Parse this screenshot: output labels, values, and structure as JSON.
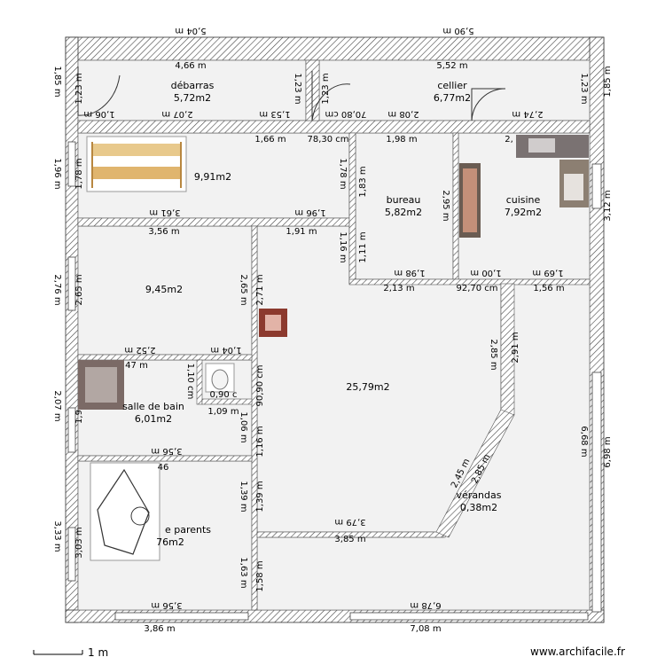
{
  "rooms": {
    "debarras": {
      "name": "débarras",
      "area": "5,72m2"
    },
    "cellier": {
      "name": "cellier",
      "area": "6,77m2"
    },
    "room_9_91": {
      "area": "9,91m2"
    },
    "bureau": {
      "name": "bureau",
      "area": "5,82m2"
    },
    "cuisine": {
      "name": "cuisine",
      "area": "7,92m2"
    },
    "room_9_45": {
      "area": "9,45m2"
    },
    "sejour": {
      "area": "25,79m2"
    },
    "salle_de_bain": {
      "name": "salle de bain",
      "area": "6,01m2"
    },
    "parents": {
      "name": "e parents",
      "area": "76m2"
    },
    "verandas": {
      "name": "vérandas",
      "area": "0,38m2"
    }
  },
  "dims": {
    "top_out_1": "5,04 m",
    "top_out_2": "5,90 m",
    "deb_w": "4,66 m",
    "cel_w": "5,52 m",
    "left_1_85": "1,85 m",
    "right_1_85": "1,85 m",
    "h_1_23a": "1,23 m",
    "h_1_23b": "1,23 m",
    "h_1_23c": "1,23 m",
    "h_1_23d": "1,23 m",
    "b_1_06": "1,06 m",
    "b_2_07": "2,07 m",
    "b_1_53": "1,53 m",
    "b_70_80": "70,80 cm",
    "b_2_08": "2,08 m",
    "b_2_74": "2,74 m",
    "r2_1_66": "1,66 m",
    "r2_78_30": "78,30 cm",
    "r2_1_98": "1,98 m",
    "r2_2": "2,",
    "left_1_96": "1,96 m",
    "r2_1_78": "1,78 m",
    "r2_1_78b": "1,78 m",
    "r2_1_83": "1,83 m",
    "r2_3_61": "3,61 m",
    "r2_1_96": "1,96 m",
    "r2_3_56": "3,56 m",
    "r2_1_91": "1,91 m",
    "bur_2_95": "2,95 m",
    "right_3_12": "3,12 m",
    "cui_1_69": "1,69 m",
    "r2_1_16": "1,16 m",
    "r2_1_11": "1,11 m",
    "bur_1_98": "1,98 m",
    "cui_1_00": "1,00 m",
    "r3_2_13": "2,13 m",
    "r3_92_70": "92,70 cm",
    "r3_1_56": "1,56 m",
    "left_2_76": "2,76 m",
    "r3_2_65": "2,65 m",
    "r3_2_65b": "2,65 m",
    "r3_2_71": "2,71 m",
    "ver_2_85": "2,85 m",
    "ver_2_91": "2,91 m",
    "r3_2_52": "2,52 m",
    "r3_1_04": "1,04 m",
    "r3_47": "47 m",
    "wc_1_10": "1,10 cm",
    "wc_90_90": "90,90 cm",
    "wc_1_09": "1,09 m",
    "wc_mid": "0,90 c",
    "left_2_07": "2,07 m",
    "sdb_1_9": "1,9",
    "sdb_1_06": "1,06 m",
    "sdb_1_16": "1,16 m",
    "sdb_3_56": "3,56 m",
    "par_46": "46",
    "right_6_68": "6,68 m",
    "right_6_98": "6,98 m",
    "ver_2_45": "2,45 m",
    "ver_2_85b": "2,85 m",
    "par_1_39": "1,39 m",
    "par_1_39b": "1,39 m",
    "left_3_33": "3,33 m",
    "par_3_03": "3,03 m",
    "par_3_79": "3,79 m",
    "par_3_85": "3,85 m",
    "par_1_63": "1,63 m",
    "par_1_58": "1,58 m",
    "par_3_56": "3,56 m",
    "bot_6_78": "6,78 m",
    "bot_3_86": "3,86 m",
    "bot_7_08": "7,08 m"
  },
  "scale_label": "1 m",
  "watermark": "www.archifacile.fr"
}
